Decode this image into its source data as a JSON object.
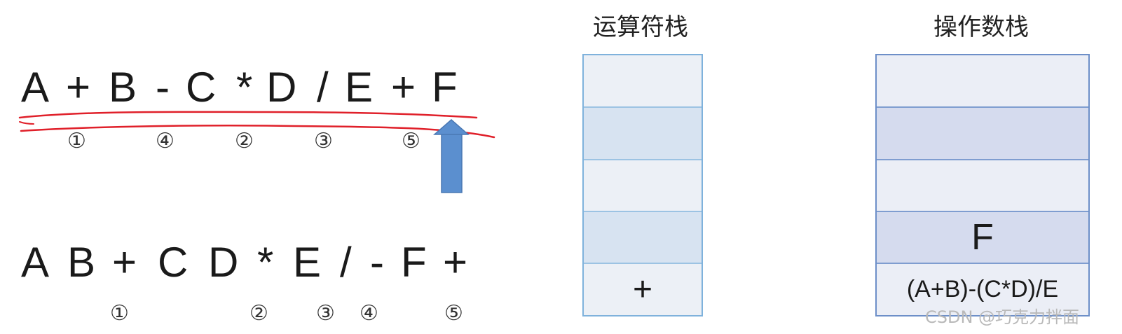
{
  "infix": {
    "tokens": [
      "A",
      "+",
      "B",
      "-",
      "C",
      "*",
      "D",
      "/",
      "E",
      "+",
      "F"
    ],
    "order_marks": [
      "①",
      "④",
      "②",
      "③",
      "⑤"
    ]
  },
  "postfix": {
    "tokens": [
      "A",
      "B",
      "+",
      "C",
      "D",
      "*",
      "E",
      "/",
      "-",
      "F",
      "+"
    ],
    "order_marks": [
      "①",
      "②",
      "③",
      "④",
      "⑤"
    ]
  },
  "operator_stack": {
    "title": "运算符栈",
    "cells": [
      "",
      "",
      "",
      "",
      "+"
    ]
  },
  "operand_stack": {
    "title": "操作数栈",
    "cells": [
      "",
      "",
      "",
      "F",
      "(A+B)-(C*D)/E"
    ]
  },
  "colors": {
    "annotation_line": "#e0202a",
    "pointer_arrow": "#5b8fcf",
    "op_stack_border": "#7fb2dc",
    "num_stack_border": "#6d8fc8"
  },
  "watermark": "CSDN @巧克力拌面"
}
